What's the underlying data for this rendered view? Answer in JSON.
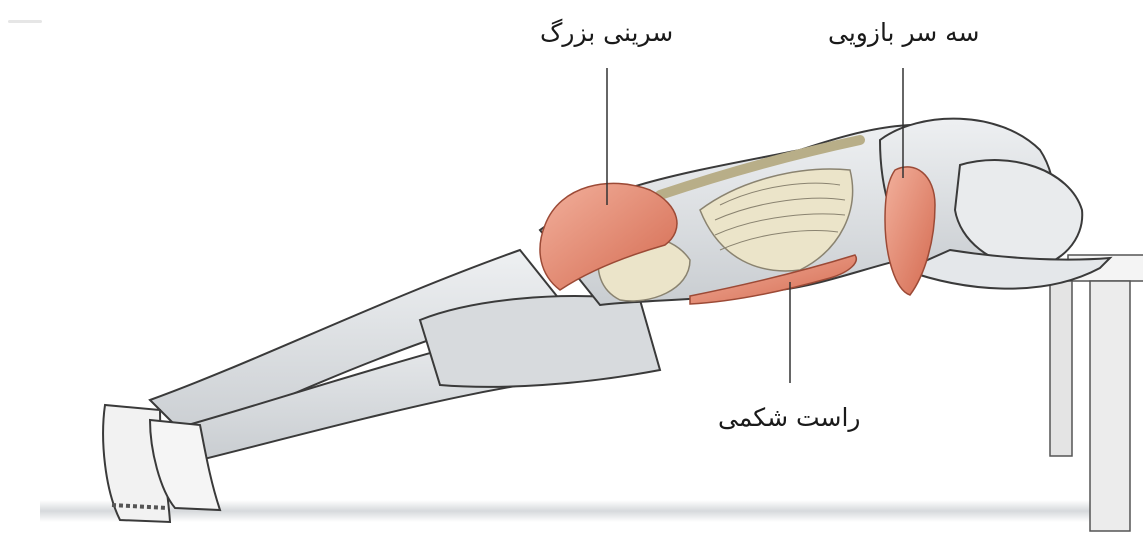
{
  "labels": {
    "gluteus_maximus": "سرینی بزرگ",
    "triceps": "سه سر بازویی",
    "rectus_abdominis": "راست شکمی"
  },
  "colors": {
    "muscle_highlight": "#e98a72",
    "muscle_shadow": "#c8583f",
    "skin": "#dfe2e5",
    "outline": "#3a3a3a",
    "bone": "#e8e2c8",
    "floor": "#d9dcde",
    "bench": "#f0f0f0"
  }
}
